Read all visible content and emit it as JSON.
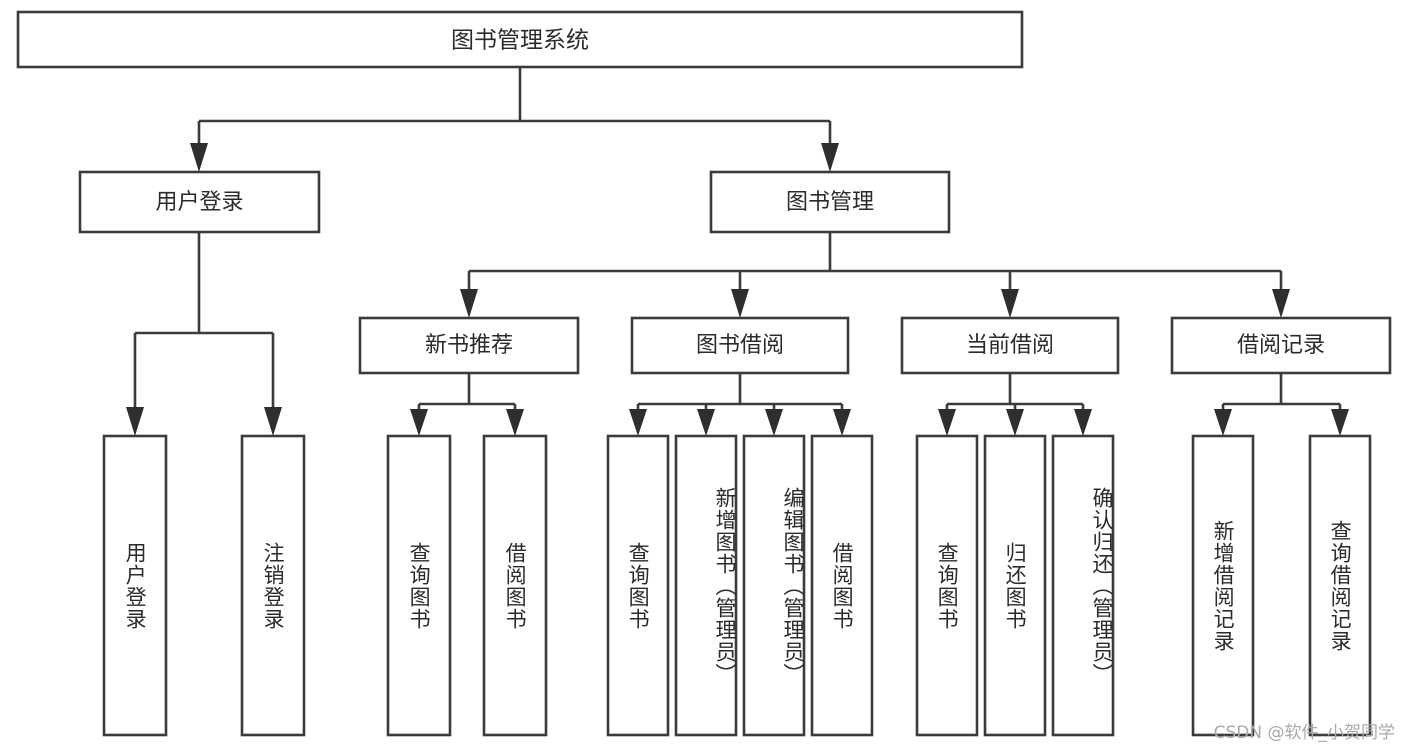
{
  "diagram": {
    "title": "图书管理系统",
    "type": "tree",
    "root": {
      "id": "root",
      "label": "图书管理系统",
      "orientation": "horizontal"
    },
    "level1": [
      {
        "id": "user-login",
        "label": "用户登录",
        "orientation": "horizontal"
      },
      {
        "id": "book-management",
        "label": "图书管理",
        "orientation": "horizontal"
      }
    ],
    "level2": [
      {
        "id": "new-book-recommend",
        "label": "新书推荐",
        "parent": "book-management",
        "orientation": "horizontal"
      },
      {
        "id": "book-borrow",
        "label": "图书借阅",
        "parent": "book-management",
        "orientation": "horizontal"
      },
      {
        "id": "current-borrow",
        "label": "当前借阅",
        "parent": "book-management",
        "orientation": "horizontal"
      },
      {
        "id": "borrow-record",
        "label": "借阅记录",
        "parent": "book-management",
        "orientation": "horizontal"
      }
    ],
    "leaves": [
      {
        "id": "leaf-user-login",
        "label": "用户登录",
        "parent": "user-login",
        "orientation": "vertical"
      },
      {
        "id": "leaf-user-logout",
        "label": "注销登录",
        "parent": "user-login",
        "orientation": "vertical"
      },
      {
        "id": "leaf-query-book-1",
        "label": "查询图书",
        "parent": "new-book-recommend",
        "orientation": "vertical"
      },
      {
        "id": "leaf-borrow-book-1",
        "label": "借阅图书",
        "parent": "new-book-recommend",
        "orientation": "vertical"
      },
      {
        "id": "leaf-query-book-2",
        "label": "查询图书",
        "parent": "book-borrow",
        "orientation": "vertical"
      },
      {
        "id": "leaf-add-book",
        "label": "新增图书（管理员）",
        "parent": "book-borrow",
        "orientation": "vertical"
      },
      {
        "id": "leaf-edit-book",
        "label": "编辑图书（管理员）",
        "parent": "book-borrow",
        "orientation": "vertical"
      },
      {
        "id": "leaf-borrow-book-2",
        "label": "借阅图书",
        "parent": "book-borrow",
        "orientation": "vertical"
      },
      {
        "id": "leaf-query-book-3",
        "label": "查询图书",
        "parent": "current-borrow",
        "orientation": "vertical"
      },
      {
        "id": "leaf-return-book",
        "label": "归还图书",
        "parent": "current-borrow",
        "orientation": "vertical"
      },
      {
        "id": "leaf-confirm-return",
        "label": "确认归还（管理员）",
        "parent": "current-borrow",
        "orientation": "vertical"
      },
      {
        "id": "leaf-add-record",
        "label": "新增借阅记录",
        "parent": "borrow-record",
        "orientation": "vertical"
      },
      {
        "id": "leaf-query-record",
        "label": "查询借阅记录",
        "parent": "borrow-record",
        "orientation": "vertical"
      }
    ],
    "colors": {
      "box_fill": "#ffffff",
      "box_stroke": "#3b3b3b",
      "connector": "#3b3b3b",
      "text": "#2b2b2b",
      "background": "#ffffff",
      "watermark": "#a9a9a9"
    }
  },
  "watermark": {
    "text": "CSDN @软件_小贺同学"
  }
}
